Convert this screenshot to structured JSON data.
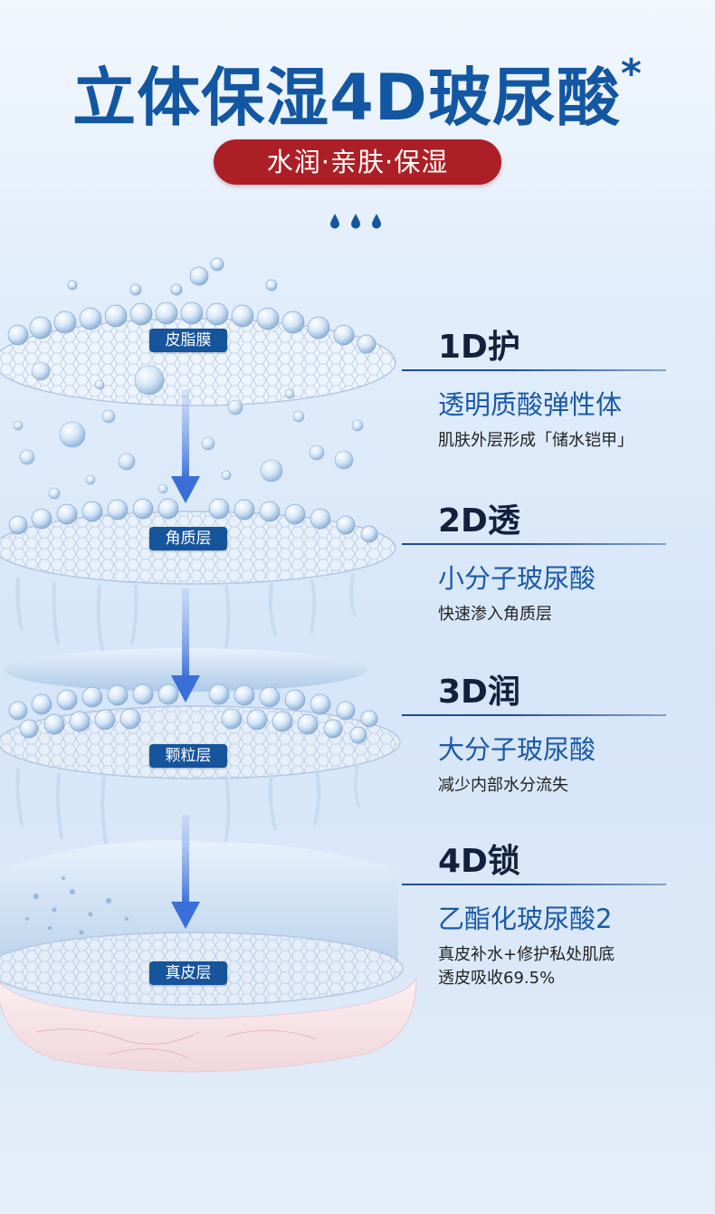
{
  "header": {
    "title": "立体保湿4D玻尿酸",
    "title_mark": "*",
    "tagline": "水润·亲肤·保湿"
  },
  "layers": [
    {
      "label": "皮脂膜"
    },
    {
      "label": "角质层"
    },
    {
      "label": "颗粒层"
    },
    {
      "label": "真皮层"
    }
  ],
  "steps": [
    {
      "heading": "1D护",
      "subtitle": "透明质酸弹性体",
      "desc": [
        "肌肤外层形成「储水铠甲」"
      ]
    },
    {
      "heading": "2D透",
      "subtitle": "小分子玻尿酸",
      "desc": [
        "快速渗入角质层"
      ]
    },
    {
      "heading": "3D润",
      "subtitle": "大分子玻尿酸",
      "desc": [
        "减少内部水分流失"
      ]
    },
    {
      "heading": "4D锁",
      "subtitle": "乙酯化玻尿酸2",
      "desc": [
        "真皮补水+修护私处肌底",
        "透皮吸收69.5%"
      ]
    }
  ],
  "colors": {
    "title": "#1357a3",
    "pill": "#ad1f26",
    "badge": "#16549b",
    "arrow": "#3a6fd8",
    "heading": "#14213d",
    "subtitle": "#1b5aa6"
  },
  "icons": [
    "water-drop-icon",
    "down-arrow-icon"
  ]
}
